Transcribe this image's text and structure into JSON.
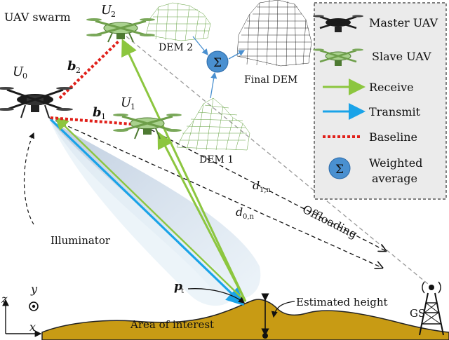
{
  "labels": {
    "swarm_title": "UAV swarm",
    "u0": "U",
    "u0_sub": "0",
    "u1": "U",
    "u1_sub": "1",
    "u2": "U",
    "u2_sub": "2",
    "b1": "b",
    "b1_sub": "1",
    "b2": "b",
    "b2_sub": "2",
    "dem1": "DEM 1",
    "dem2": "DEM 2",
    "final_dem": "Final DEM",
    "sigma": "Σ",
    "illuminator": "Illuminator",
    "d1n": "d",
    "d1n_sub": "1,n",
    "d0n": "d",
    "d0n_sub": "0,n",
    "offloading": "Offloading",
    "pt": "p",
    "pt_sub": "t",
    "estimated_height": "Estimated height",
    "area_of_interest": "Area of interest",
    "gs": "GS",
    "axis_z": "z",
    "axis_y": "y",
    "axis_x": "x"
  },
  "legend": {
    "master": "Master UAV",
    "slave": "Slave UAV",
    "receive": "Receive",
    "transmit": "Transmit",
    "baseline": "Baseline",
    "weighted_line1": "Weighted",
    "weighted_line2": "average"
  },
  "colors": {
    "receive": "#8cc63f",
    "transmit": "#1aa3e8",
    "baseline": "#e0201a",
    "terrain": "#c89b14",
    "sigma_fill": "#4a90d0",
    "legend_bg": "#ebebeb",
    "slave_body": "#a9d18e",
    "master_body": "#1b1b1b"
  }
}
